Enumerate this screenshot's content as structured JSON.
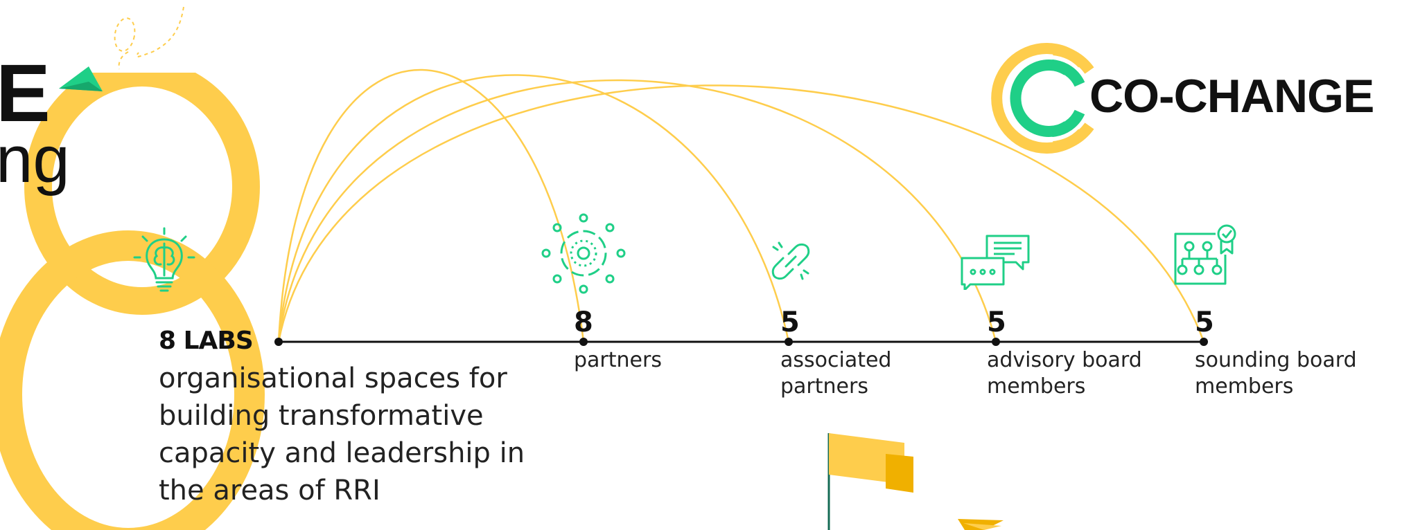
{
  "header": {
    "title_fragment": "E",
    "subtitle_fragment": "ng"
  },
  "brand": {
    "name": "CO-CHANGE",
    "logo_colors": [
      "#1fcf87",
      "#fecd4c"
    ]
  },
  "big_number": "8",
  "labs": {
    "title": "8 LABS",
    "description": "organisational spaces for building transformative capacity and leadership in the areas of RRI",
    "icon": "lightbulb-brain-icon"
  },
  "stats": [
    {
      "number": "8",
      "label_line1": "partners",
      "label_line2": "",
      "icon": "network-hub-icon"
    },
    {
      "number": "5",
      "label_line1": "associated",
      "label_line2": "partners",
      "icon": "chain-link-icon"
    },
    {
      "number": "5",
      "label_line1": "advisory board",
      "label_line2": "members",
      "icon": "chat-bubbles-icon"
    },
    {
      "number": "5",
      "label_line1": "sounding board",
      "label_line2": "members",
      "icon": "org-chart-badge-icon"
    }
  ],
  "colors": {
    "accent_yellow": "#fecd4c",
    "accent_green": "#1fcf87",
    "dark_yellow": "#f0b000",
    "text": "#1d1d1b"
  }
}
